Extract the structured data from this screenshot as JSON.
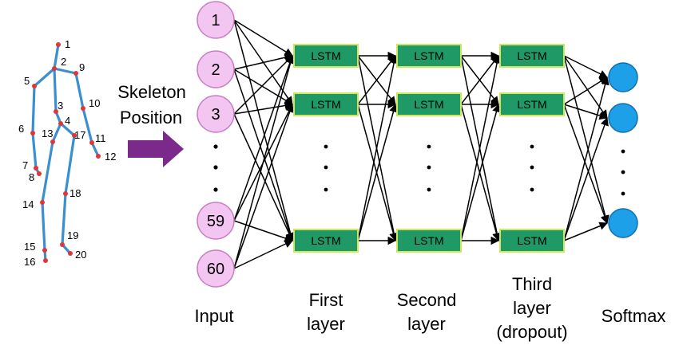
{
  "skeleton": {
    "joint_labels": [
      "1",
      "2",
      "3",
      "4",
      "5",
      "6",
      "7",
      "8",
      "9",
      "10",
      "11",
      "12",
      "13",
      "14",
      "15",
      "16",
      "17",
      "18",
      "19",
      "20"
    ],
    "colors": {
      "bone": "#3a8fd0",
      "joint": "#e23636"
    }
  },
  "arrow_label": {
    "line1": "Skeleton",
    "line2": "Position",
    "color": "#7b2a8c"
  },
  "input_nodes": [
    "1",
    "2",
    "3",
    "59",
    "60"
  ],
  "lstm_label": "LSTM",
  "layers": {
    "input": "Input",
    "first": [
      "First",
      "layer"
    ],
    "second": [
      "Second",
      "layer"
    ],
    "third": [
      "Third",
      "layer",
      "(dropout)"
    ],
    "softmax": "Softmax"
  },
  "colors": {
    "input_fill": "#f3c6f1",
    "input_stroke": "#c87ec6",
    "lstm_fill": "#1f9a66",
    "lstm_stroke": "#cde85a",
    "softmax_fill": "#1ea0e8",
    "softmax_stroke": "#0d6fb0",
    "edge": "#000000"
  }
}
